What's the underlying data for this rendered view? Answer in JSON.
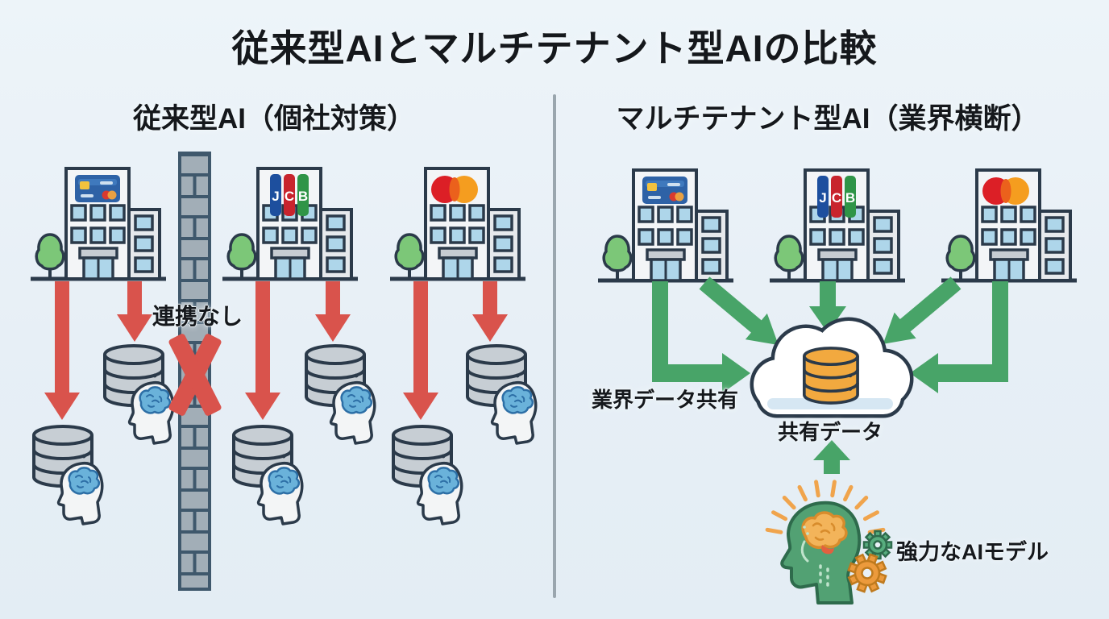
{
  "title": "従来型AIとマルチテナント型AIの比較",
  "left_panel": {
    "heading": "従来型AI（個社対策）",
    "no_link_label": "連携なし",
    "companies": [
      "generic-credit-card",
      "jcb",
      "mastercard"
    ],
    "silos_per_company": 2
  },
  "right_panel": {
    "heading": "マルチテナント型AI（業界横断）",
    "industry_share_label": "業界データ共有",
    "shared_data_label": "共有データ",
    "ai_model_label": "強力なAIモデル",
    "companies": [
      "generic-credit-card",
      "jcb",
      "mastercard"
    ]
  },
  "logos": {
    "jcb": [
      "J",
      "C",
      "B"
    ]
  },
  "icons": {
    "left": [
      "building-icon",
      "tree-icon",
      "down-arrow-icon",
      "database-icon",
      "brain-head-icon",
      "brick-wall-icon",
      "cross-icon"
    ],
    "right": [
      "building-icon",
      "tree-icon",
      "green-arrow-icon",
      "cloud-icon",
      "shared-database-icon",
      "ai-brain-head-icon",
      "gear-icon",
      "up-arrow-icon"
    ]
  },
  "colors": {
    "background": "#e9f1f7",
    "outline": "#2b3a4a",
    "red_arrow": "#d9534c",
    "green_arrow": "#48a468",
    "wall_fill": "#a2aeb7",
    "wall_mortar": "#3f586c",
    "database_gray": "#c7ced4",
    "database_orange": "#f2a93f",
    "brain_blue": "#6ab2da",
    "ai_head_green": "#52a173",
    "gear_orange": "#ec9a3c",
    "gear_green": "#57ad7e",
    "tree_green": "#7cc778",
    "window_blue": "#aed6ea"
  }
}
